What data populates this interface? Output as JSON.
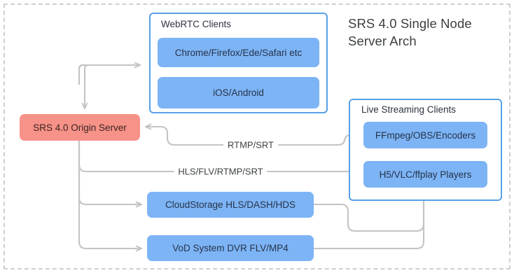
{
  "diagram": {
    "title_line1": "SRS 4.0 Single Node",
    "title_line2": "Server Arch",
    "colors": {
      "node_blue": "#7db4f5",
      "node_red": "#f79288",
      "group_border": "#58a0e8",
      "edge_gray": "#c4c4c4",
      "frame_dashed": "#cfcfcf"
    },
    "groups": [
      {
        "id": "webrtc",
        "label": "WebRTC Clients"
      },
      {
        "id": "live",
        "label": "Live Streaming Clients"
      }
    ],
    "nodes": [
      {
        "id": "origin",
        "label": "SRS 4.0 Origin Server",
        "color": "red"
      },
      {
        "id": "browsers",
        "label": "Chrome/Firefox/Ede/Safari etc",
        "color": "blue"
      },
      {
        "id": "mobile",
        "label": "iOS/Android",
        "color": "blue"
      },
      {
        "id": "encoders",
        "label": "FFmpeg/OBS/Encoders",
        "color": "blue"
      },
      {
        "id": "players",
        "label": "H5/VLC/ffplay Players",
        "color": "blue"
      },
      {
        "id": "cloud",
        "label": "CloudStorage HLS/DASH/HDS",
        "color": "blue"
      },
      {
        "id": "vod",
        "label": "VoD System DVR FLV/MP4",
        "color": "blue"
      }
    ],
    "edges": [
      {
        "id": "webrtc-in",
        "from": "junction",
        "to": "webrtc-group",
        "label": ""
      },
      {
        "id": "webrtc-out",
        "from": "junction",
        "to": "origin",
        "label": ""
      },
      {
        "id": "rtmp",
        "from": "encoders",
        "to": "origin",
        "label": "RTMP/SRT"
      },
      {
        "id": "hls",
        "from": "origin",
        "to": "players",
        "label": "HLS/FLV/RTMP/SRT"
      },
      {
        "id": "cloud-in",
        "from": "origin",
        "to": "cloud",
        "label": ""
      },
      {
        "id": "vod-in",
        "from": "origin",
        "to": "vod",
        "label": ""
      },
      {
        "id": "cloud-out",
        "from": "cloud",
        "to": "players",
        "label": ""
      },
      {
        "id": "vod-out",
        "from": "vod",
        "to": "players",
        "label": ""
      }
    ]
  }
}
